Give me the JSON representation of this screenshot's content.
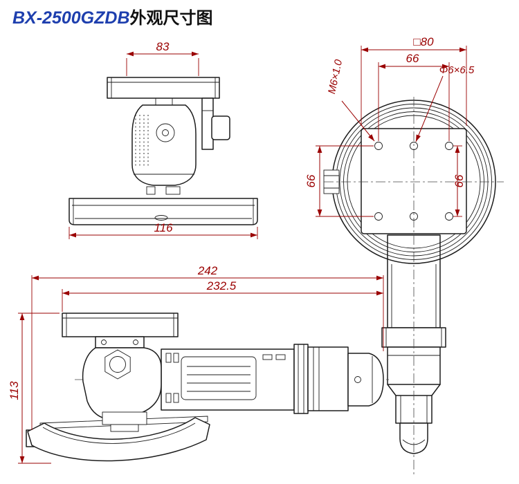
{
  "title": {
    "model": "BX-2500GZDB",
    "suffix": "外观尺寸图"
  },
  "colors": {
    "dimension": "#9a0000",
    "outline": "#1c1c1c",
    "title_blue": "#1e3fae",
    "background": "#ffffff"
  },
  "views": {
    "front": {
      "label": "front-view",
      "dims": {
        "top_width": "83",
        "bottom_width": "116"
      }
    },
    "top": {
      "label": "top-view",
      "dims": {
        "plate_square": "□80",
        "hole_spacing_horizontal": "66",
        "hole_size": "Φ6×6.5",
        "thread": "M6×1.0",
        "hole_spacing_vertical_left": "66",
        "hole_spacing_vertical_right": "66"
      }
    },
    "side": {
      "label": "side-view",
      "dims": {
        "overall_length": "242",
        "body_length": "232.5",
        "overall_height": "113"
      }
    }
  }
}
